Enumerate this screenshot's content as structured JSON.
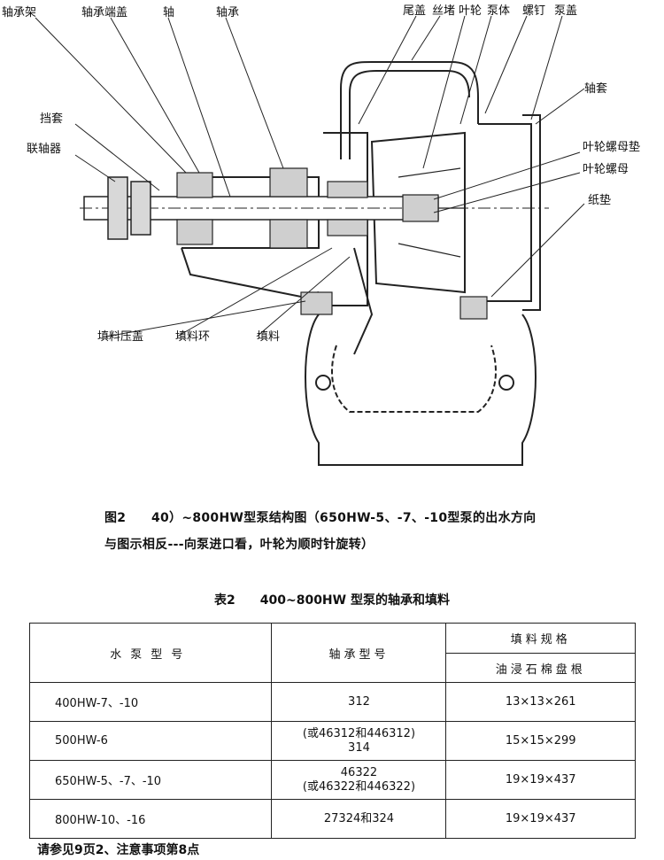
{
  "figure": {
    "labels": {
      "bearing_frame": "轴承架",
      "bearing_end_cap": "轴承端盖",
      "shaft": "轴",
      "bearing": "轴承",
      "tail_cover": "尾盖",
      "wire_plug": "丝堵",
      "impeller": "叶轮",
      "pump_body": "泵体",
      "screw": "螺钉",
      "pump_cover": "泵盖",
      "retaining_sleeve": "挡套",
      "coupling": "联轴器",
      "shaft_sleeve": "轴套",
      "impeller_nut_washer": "叶轮螺母垫",
      "impeller_nut": "叶轮螺母",
      "paper_gasket": "纸垫",
      "packing_gland": "填料压盖",
      "packing_ring": "填料环",
      "packing": "填料"
    }
  },
  "caption": {
    "line1": "图2　　40）~800HW型泵结构图（650HW-5、-7、-10型泵的出水方向",
    "line2": "与图示相反---向泵进口看，叶轮为顺时针旋转）"
  },
  "table": {
    "title": "表2　　400~800HW 型泵的轴承和填料",
    "headers": {
      "pump_model": "水泵型号",
      "bearing_model": "轴承型号",
      "packing_spec": "填料规格",
      "packing_material": "油浸石棉盘根"
    },
    "rows": [
      {
        "model": "400HW-7、-10",
        "bearing": [
          "312"
        ],
        "packing": "13×13×261"
      },
      {
        "model": "500HW-6",
        "bearing": [
          "(或46312和446312)",
          "314"
        ],
        "packing": "15×15×299"
      },
      {
        "model": "650HW-5、-7、-10",
        "bearing": [
          "46322",
          "(或46322和446322)"
        ],
        "packing": "19×19×437"
      },
      {
        "model": "800HW-10、-16",
        "bearing": [
          "27324和324"
        ],
        "packing": "19×19×437"
      }
    ]
  },
  "note": "请参见9页2、注意事项第8点"
}
